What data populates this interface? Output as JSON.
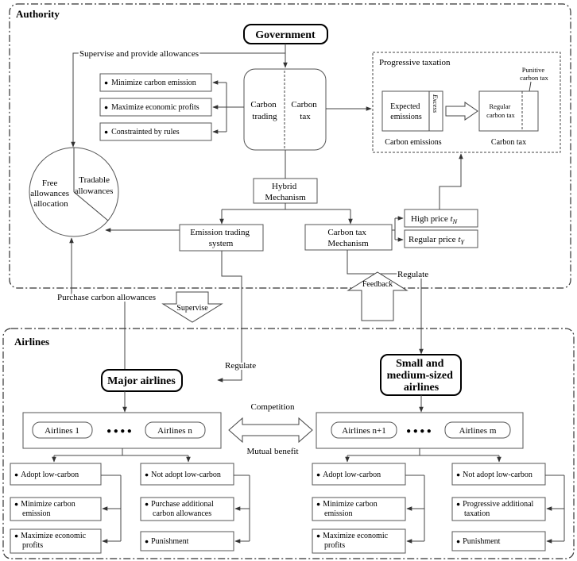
{
  "sections": {
    "authority": "Authority",
    "airlines": "Airlines"
  },
  "government": "Government",
  "supervise_provide": "Supervise and provide allowances",
  "objectives": [
    "Minimize carbon emission",
    "Maximize economic profits",
    "Constrainted by rules"
  ],
  "carbon_trading": [
    "Carbon",
    "trading"
  ],
  "carbon_tax": [
    "Carbon",
    "tax"
  ],
  "progressive": {
    "title": "Progressive taxation",
    "expected": [
      "Expected",
      "emissions"
    ],
    "excess": "Excess",
    "punitive": [
      "Punitive",
      "carbon tax"
    ],
    "regular": [
      "Regular",
      "carbon tax"
    ],
    "carbon_emissions": "Carbon emissions",
    "carbon_tax_label": "Carbon tax"
  },
  "circle": {
    "free": [
      "Free",
      "allowances",
      "allocation"
    ],
    "tradable": [
      "Tradable",
      "allowances"
    ]
  },
  "hybrid": [
    "Hybrid",
    "Mechanism"
  ],
  "ets": [
    "Emission trading",
    "system"
  ],
  "ctm": [
    "Carbon tax",
    "Mechanism"
  ],
  "high_price": {
    "text": "High price ",
    "var": "t",
    "sub": "N"
  },
  "regular_price": {
    "text": "Regular price ",
    "var": "t",
    "sub": "Y"
  },
  "regulate": "Regulate",
  "purchase_allowances": "Purchase carbon allowances",
  "supervise": "Supervise",
  "feedback": "Feedback",
  "major": "Major airlines",
  "sme": [
    "Small and",
    "medium-sized",
    "airlines"
  ],
  "competition": "Competition",
  "mutual": "Mutual benefit",
  "airlines_left": [
    "Airlines 1",
    "Airlines n"
  ],
  "airlines_right": [
    "Airlines n+1",
    "Airlines m"
  ],
  "dots": "● ● ● ●",
  "bullet": "●",
  "col1": [
    "Adopt low-carbon",
    [
      "Minimize carbon",
      "emission"
    ],
    [
      "Maximize economic",
      "profits"
    ]
  ],
  "col2": [
    "Not adopt low-carbon",
    [
      "Purchase additional",
      "carbon allowances"
    ],
    "Punishment"
  ],
  "col3": [
    "Adopt low-carbon",
    [
      "Minimize carbon",
      "emission"
    ],
    [
      "Maximize economic",
      "profits"
    ]
  ],
  "col4": [
    "Not adopt low-carbon",
    [
      "Progressive additional",
      "taxation"
    ],
    "Punishment"
  ]
}
